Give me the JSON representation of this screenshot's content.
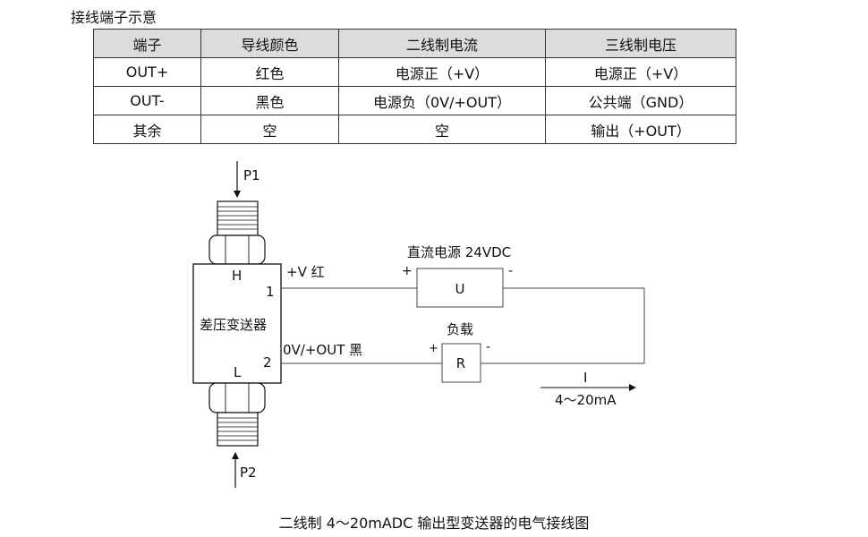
{
  "title": "接线端子示意",
  "table": {
    "headers": [
      "端子",
      "导线颜色",
      "二线制电流",
      "三线制电压"
    ],
    "rows": [
      [
        "OUT+",
        "红色",
        "电源正（+V）",
        "电源正（+V）"
      ],
      [
        "OUT-",
        "黑色",
        "电源负（0V/+OUT）",
        "公共端（GND）"
      ],
      [
        "其余",
        "空",
        "空",
        "输出（+OUT）"
      ]
    ]
  },
  "diagram": {
    "p1": "P1",
    "p2": "P2",
    "h": "H",
    "l": "L",
    "device": "差压变送器",
    "terminal1": "1",
    "terminal2": "2",
    "wire1": "+V  红",
    "wire2": "0V/+OUT 黑",
    "supply_label": "直流电源 24VDC",
    "supply_plus": "+",
    "supply_minus": "-",
    "u": "U",
    "load_label": "负载",
    "load_plus": "+",
    "load_minus": "-",
    "r": "R",
    "current": "I",
    "current_range": "4～20mA"
  },
  "caption": "二线制 4～20mADC 输出型变送器的电气接线图"
}
